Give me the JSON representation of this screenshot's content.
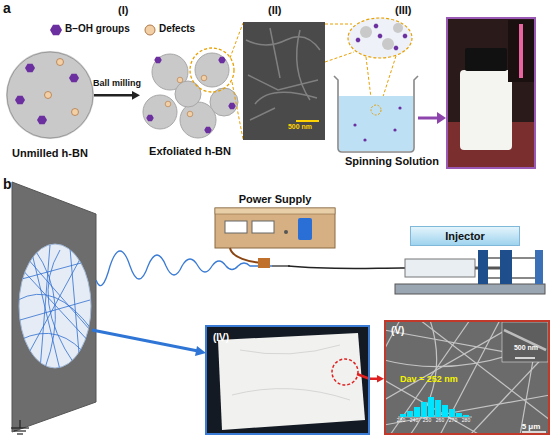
{
  "diagram": {
    "nodes": [
      {
        "text": [
          "Unmilled h-BN"
        ]
      },
      {
        "text": [
          "Exfoliated h-BN"
        ]
      },
      {
        "text": [
          "500 nm"
        ]
      },
      {
        "text": [
          "Spinning Solution"
        ]
      },
      {
        "text": [
          "Power Supply"
        ]
      },
      {
        "text": [
          "Injector"
        ]
      },
      {
        "text": [
          "(IV)"
        ]
      },
      {
        "text": [
          "(V)",
          "500 nm",
          "Dav = 252 nm",
          "5 μm"
        ]
      }
    ],
    "edges": [
      {
        "from": 0,
        "to": 1,
        "label": "Ball milling",
        "arrow": "to"
      },
      {
        "from": 6,
        "to": 7,
        "arrow": "to"
      }
    ],
    "labels": [
      "a",
      "(I)",
      "(II)",
      "(III)",
      "b",
      "230",
      "240",
      "250",
      "260",
      "270",
      "280"
    ],
    "legend": [
      {
        "text": "B−OH groups"
      },
      {
        "text": "Defects"
      }
    ]
  }
}
